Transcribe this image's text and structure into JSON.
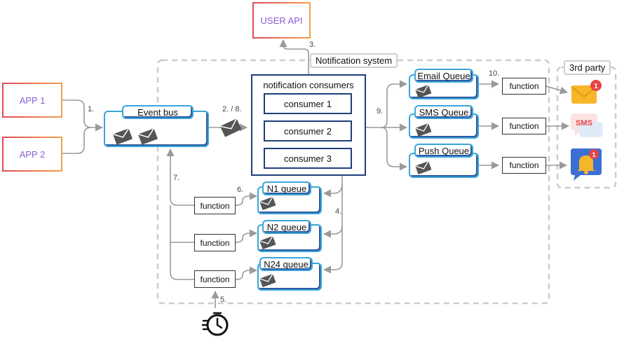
{
  "apps": {
    "app1": "APP 1",
    "app2": "APP 2"
  },
  "user_api": "USER API",
  "notification_system": "Notification system",
  "third_party": "3rd party",
  "event_bus": "Event bus",
  "notification_consumers": {
    "title": "notification consumers",
    "consumers": [
      "consumer 1",
      "consumer 2",
      "consumer 3"
    ]
  },
  "channel_queues": [
    "Email Queue",
    "SMS Queue",
    "Push Queue"
  ],
  "n_queues": [
    "N1 queue",
    "N2 queue",
    "N24 queue"
  ],
  "function_label": "function",
  "sms_icon_text": "SMS",
  "badges": {
    "email": "1",
    "push": "1"
  },
  "steps": {
    "s1": "1.",
    "s2_8": "2. / 8.",
    "s3": "3.",
    "s4": "4.",
    "s5": "5.",
    "s6": "6.",
    "s7": "7.",
    "s9": "9.",
    "s10": "10."
  },
  "colors": {
    "app_border_start": "#e04a5a",
    "app_border_end": "#f2a14a",
    "app_text": "#8b5cd6",
    "queue_border": "#3aa6d8",
    "queue_shadow": "#2f5aa0",
    "consumer_border": "#1f3f7a",
    "arrow": "#9a9a9a",
    "dashed": "#cccccc"
  },
  "icons": [
    "envelope-icon",
    "email-icon",
    "sms-icon",
    "bell-icon",
    "scheduler-clock-icon"
  ]
}
